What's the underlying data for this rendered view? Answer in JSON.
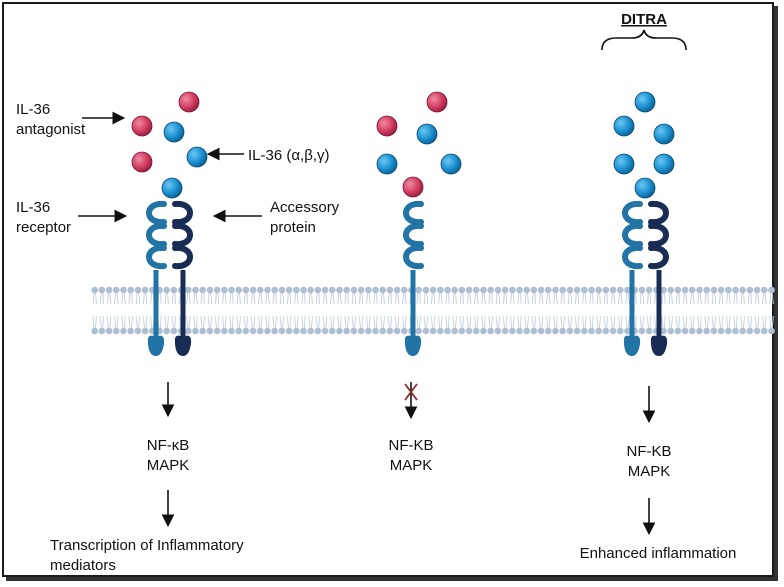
{
  "labels": {
    "antagonist": [
      "IL-36",
      "antagonist"
    ],
    "cytokine": "IL-36 (α,β,γ)",
    "receptor": [
      "IL-36",
      "receptor"
    ],
    "accessory": [
      "Accessory",
      "protein"
    ],
    "ditra": "DITRA"
  },
  "panels": [
    {
      "signal": [
        "NF-κB",
        "MAPK"
      ],
      "outcome": [
        "Transcription of Inflammatory",
        "mediators"
      ]
    },
    {
      "signal": [
        "NF-KB",
        "MAPK"
      ],
      "outcome": []
    },
    {
      "signal": [
        "NF-KB",
        "MAPK"
      ],
      "outcome": [
        "Enhanced inflammation"
      ]
    }
  ],
  "colors": {
    "antagonist": "#d23c62",
    "cytokine": "#1a8fcf",
    "receptor": "#2273a6",
    "accessory": "#182c54",
    "membrane_head": "#aebfd1",
    "blocked": "#8c2b2b"
  }
}
